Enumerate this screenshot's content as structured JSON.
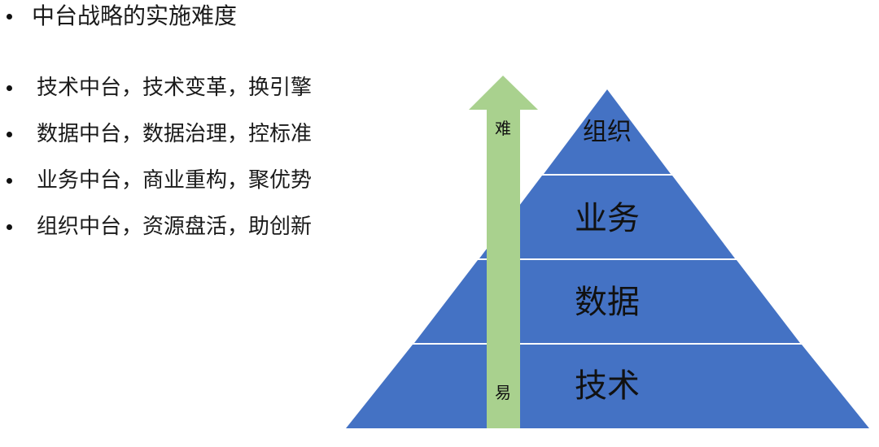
{
  "title": "中台战略的实施难度",
  "bullets": [
    "技术中台，技术变革，换引擎",
    "数据中台，数据治理，控标准",
    "业务中台，商业重构，聚优势",
    "组织中台，资源盘活，助创新"
  ],
  "pyramid": {
    "color": "#4472C4",
    "divider_color": "#ffffff",
    "layers": [
      {
        "label": "组织"
      },
      {
        "label": "业务"
      },
      {
        "label": "数据"
      },
      {
        "label": "技术"
      }
    ]
  },
  "arrow": {
    "color": "#A9D18E",
    "top_label": "难",
    "bottom_label": "易"
  }
}
